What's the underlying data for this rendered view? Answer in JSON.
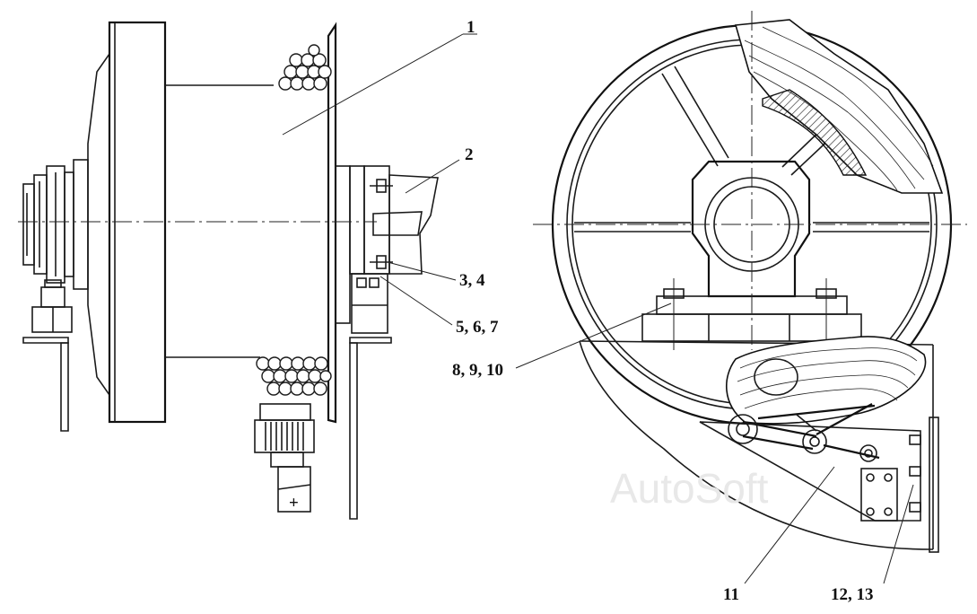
{
  "labels": {
    "l1": "1",
    "l2": "2",
    "l3": "3, 4",
    "l5": "5, 6, 7",
    "l8": "8, 9, 10",
    "l11": "11",
    "l12": "12, 13"
  },
  "watermark": "AutoSoft",
  "polarity": "+"
}
